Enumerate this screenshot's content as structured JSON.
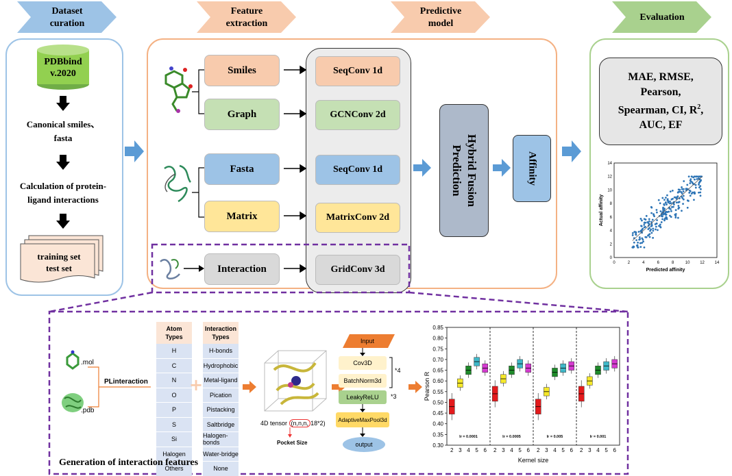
{
  "stages": {
    "dataset": "Dataset curation",
    "dataset_l1": "Dataset",
    "dataset_l2": "curation",
    "feature_l1": "Feature",
    "feature_l2": "extraction",
    "predictive_l1": "Predictive",
    "predictive_l2": "model",
    "evaluation": "Evaluation"
  },
  "dataset_panel": {
    "db_l1": "PDBbind",
    "db_l2": "v.2020",
    "step1_l1": "Canonical  smiles、",
    "step1_l2": "fasta",
    "step2_l1": "Calculation  of protein-",
    "step2_l2": "ligand  interactions",
    "set_l1": "training set",
    "set_l2": "test set"
  },
  "features": {
    "smiles": "Smiles",
    "graph": "Graph",
    "fasta": "Fasta",
    "matrix": "Matrix",
    "interaction": "Interaction"
  },
  "convs": {
    "seqconv1": "SeqConv 1d",
    "gcnconv": "GCNConv  2d",
    "seqconv2": "SeqConv  1d",
    "matrixconv": "MatrixConv 2d",
    "gridconv": "GridConv  3d"
  },
  "model": {
    "hybrid_l1": "Hybrid  Fusion",
    "hybrid_l2": "Prediction",
    "affinity": "Affinity"
  },
  "evaluation": {
    "metrics_l1": "MAE, RMSE,",
    "metrics_l2": "Pearson,",
    "metrics_l3a": "Spearman, CI, R",
    "metrics_l3sup": "2",
    "metrics_l3b": ",",
    "metrics_l4": "AUC, EF",
    "scatter_xlabel": "Predicted affinity",
    "scatter_ylabel": "Actual affinity",
    "scatter_ticks": [
      "0",
      "2",
      "4",
      "6",
      "8",
      "10",
      "12",
      "14"
    ]
  },
  "interaction_panel": {
    "mol_label": ".mol",
    "pdb_label": ".pdb",
    "plinteraction": "PLinteraction",
    "atom_header_l1": "Atom",
    "atom_header_l2": "Types",
    "atom_types": [
      "H",
      "C",
      "N",
      "O",
      "P",
      "S",
      "Si",
      "Halogen",
      "Others"
    ],
    "inter_header_l1": "Interaction",
    "inter_header_l2": "Types",
    "inter_types": [
      "H-bonds",
      "Hydrophobic",
      "Metal-ligand",
      "Pication",
      "Pistacking",
      "Saltbridge",
      "Halogen- bonds",
      "Water-bridge",
      "None"
    ],
    "tensor_prefix": "4D tensor",
    "tensor_circled": "(n,n,n,",
    "tensor_suffix": "18*2)",
    "pocket_size": "Pocket Size",
    "flow_input": "Input",
    "flow_cov": "Cov3D",
    "flow_bn": "BatchNorm3d",
    "flow_leaky": "LeakyReLU",
    "flow_pool": "AdaptiveMaxPool3d",
    "flow_output": "output",
    "rep4": "*4",
    "rep3": "*3",
    "caption": "Generation of interaction features"
  },
  "chart_data": {
    "type": "box",
    "ylabel": "Pearson R",
    "xlabel": "Kernel size",
    "ylim": [
      0.3,
      0.85
    ],
    "yticks": [
      "0.30",
      "0.35",
      "0.40",
      "0.45",
      "0.50",
      "0.55",
      "0.60",
      "0.65",
      "0.70",
      "0.75",
      "0.80",
      "0.85"
    ],
    "groups": [
      {
        "name": "lr = 0.0001",
        "kernels": [
          2,
          3,
          4,
          5,
          6
        ],
        "medians": [
          0.48,
          0.59,
          0.65,
          0.69,
          0.66
        ]
      },
      {
        "name": "lr = 0.0005",
        "kernels": [
          2,
          3,
          4,
          5,
          6
        ],
        "medians": [
          0.54,
          0.61,
          0.65,
          0.68,
          0.66
        ]
      },
      {
        "name": "lr = 0.005",
        "kernels": [
          2,
          3,
          4,
          5,
          6
        ],
        "medians": [
          0.48,
          0.55,
          0.64,
          0.66,
          0.67
        ]
      },
      {
        "name": "lr = 0.001",
        "kernels": [
          2,
          3,
          4,
          5,
          6
        ],
        "medians": [
          0.54,
          0.6,
          0.65,
          0.67,
          0.68
        ]
      }
    ],
    "colors": [
      "#e31a1c",
      "#f5e82a",
      "#1f8a2a",
      "#3fb8c8",
      "#d53ad0"
    ]
  }
}
